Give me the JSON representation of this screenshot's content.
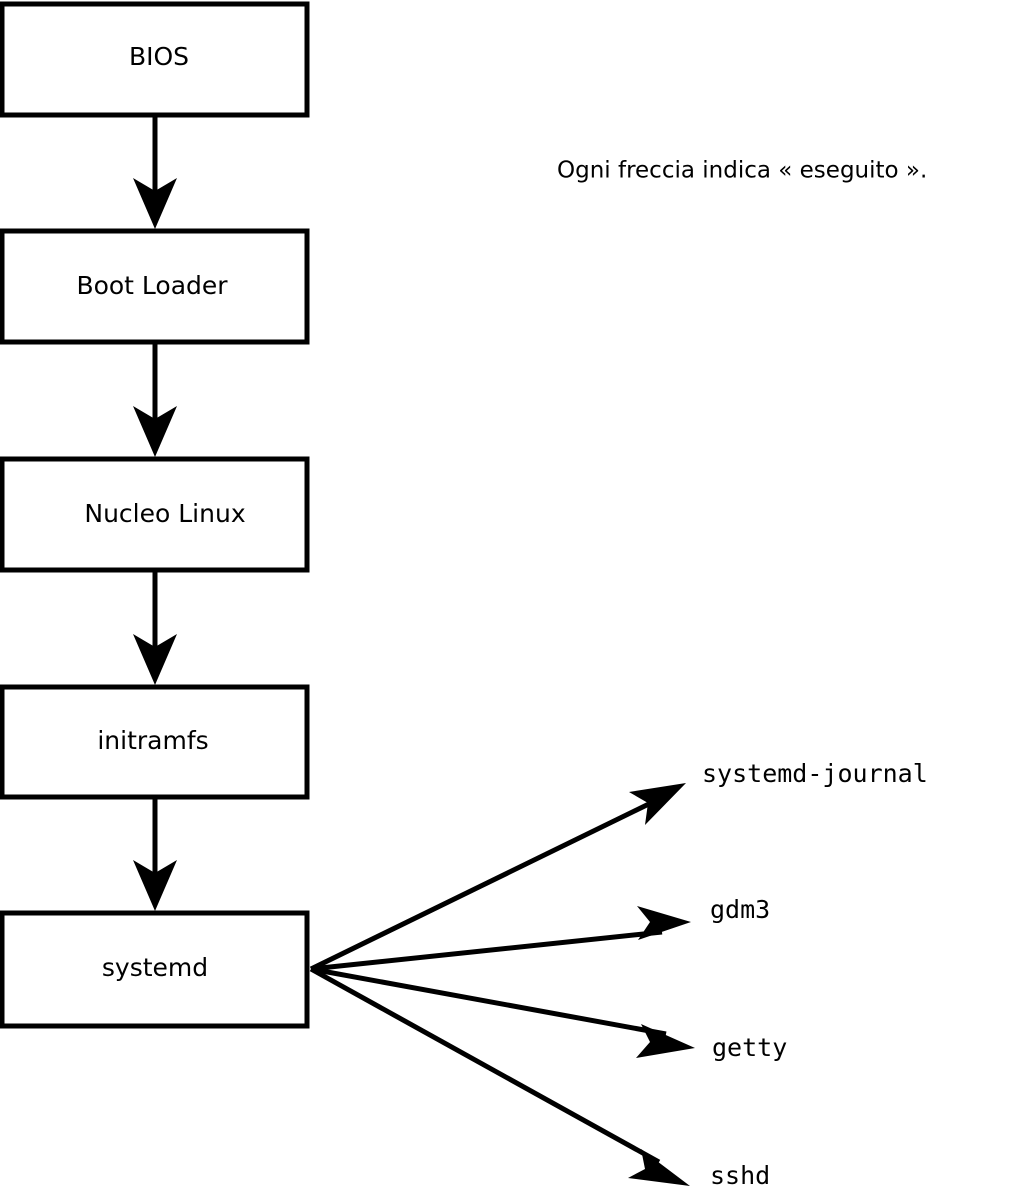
{
  "diagram": {
    "title_caption": "Ogni freccia indica « eseguito ».",
    "boot_chain": [
      {
        "id": "bios",
        "label": "BIOS"
      },
      {
        "id": "boot-loader",
        "label": "Boot Loader"
      },
      {
        "id": "kernel",
        "label": "Nucleo Linux"
      },
      {
        "id": "initramfs",
        "label": "initramfs"
      },
      {
        "id": "systemd",
        "label": "systemd"
      }
    ],
    "services": [
      {
        "id": "systemd-journal",
        "label": "systemd-journal"
      },
      {
        "id": "gdm3",
        "label": "gdm3"
      },
      {
        "id": "getty",
        "label": "getty"
      },
      {
        "id": "sshd",
        "label": "sshd"
      }
    ],
    "colors": {
      "stroke": "#000000",
      "fill": "#ffffff",
      "background": "#ffffff"
    }
  }
}
